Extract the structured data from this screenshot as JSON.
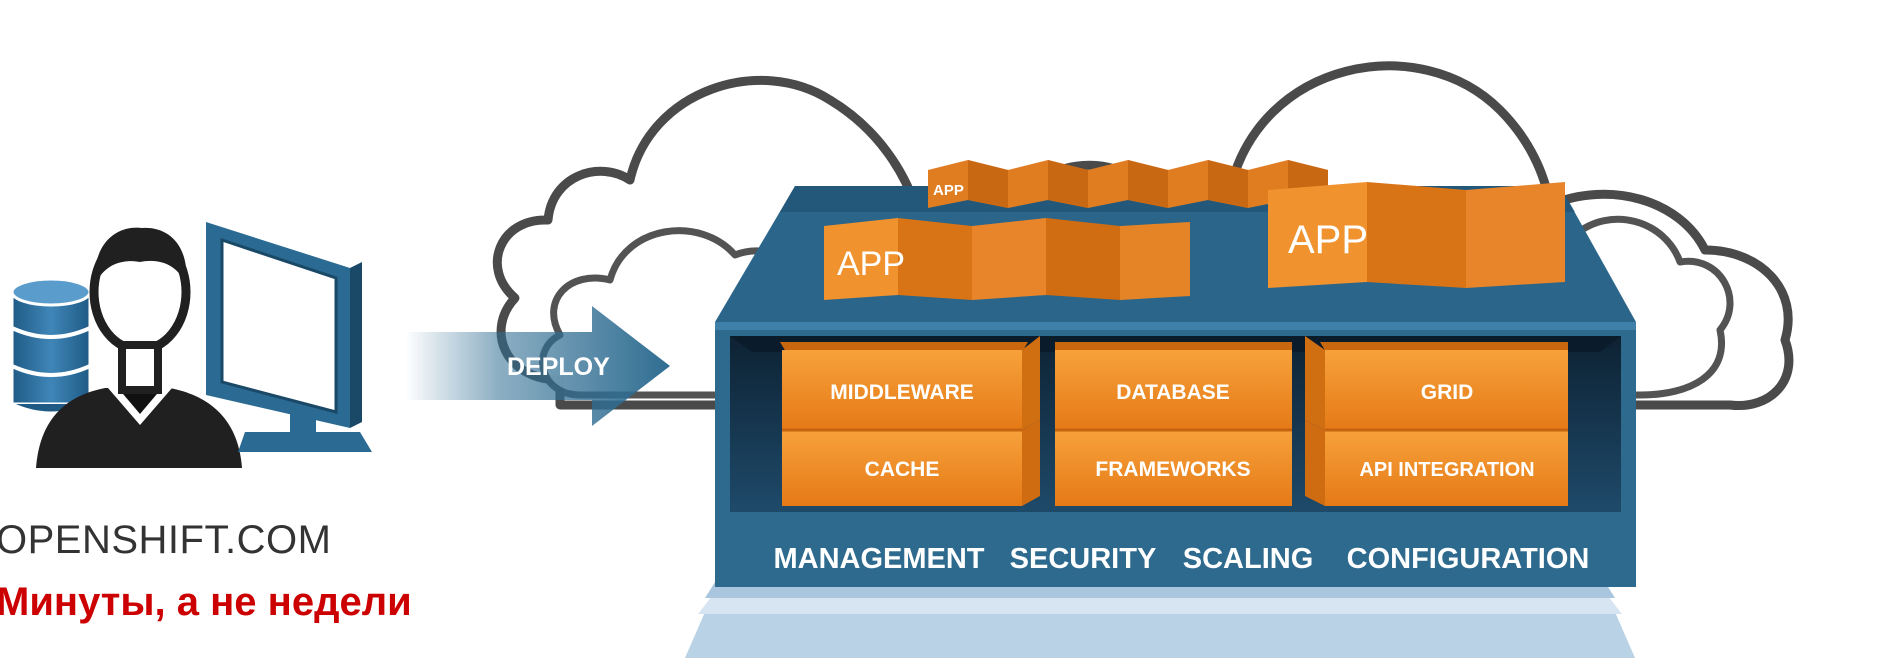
{
  "deploy_label": "DEPLOY",
  "app_labels": {
    "small": "APP",
    "left": "APP",
    "right": "APP"
  },
  "services": {
    "row1": [
      "MIDDLEWARE",
      "DATABASE",
      "GRID"
    ],
    "row2": [
      "CACHE",
      "FRAMEWORKS",
      "API INTEGRATION"
    ]
  },
  "platform_features": [
    "MANAGEMENT",
    "SECURITY",
    "SCALING",
    "CONFIGURATION"
  ],
  "caption": {
    "site": "OPENSHIFT.COM",
    "tagline": "Минуты, а не недели"
  },
  "colors": {
    "accent_red": "#cc0000",
    "platform_blue": "#2d6a8e",
    "service_orange": "#f08a24",
    "cloud_outline": "#4a4a4a",
    "deploy_arrow": "#2f6d92"
  },
  "icons": [
    "database-icon",
    "user-icon",
    "monitor-icon",
    "cloud-icon",
    "deploy-arrow-icon"
  ]
}
